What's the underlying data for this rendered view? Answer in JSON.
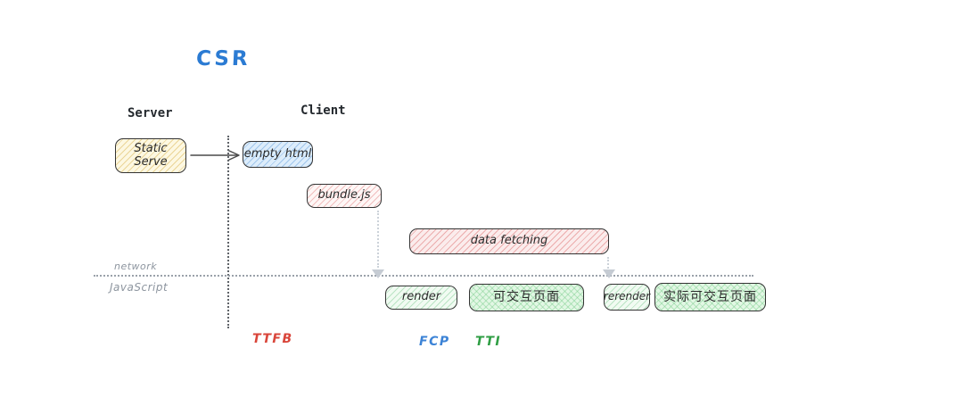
{
  "title": {
    "text": "CSR",
    "color": "#2b7bd3"
  },
  "headers": {
    "server": "Server",
    "client": "Client"
  },
  "lanes": {
    "network": "network",
    "javascript": "JavaScript"
  },
  "boxes": {
    "static_serve": {
      "line1": "Static",
      "line2": "Serve",
      "fill": "#fdf8e2",
      "hatch_color": "#dcb95a"
    },
    "empty_html": {
      "label": "empty html",
      "fill": "#ddedfb",
      "hatch_color": "#64a0dc"
    },
    "bundle_js": {
      "label": "bundle.js",
      "fill": "#fef7f6",
      "hatch_color": "#e17878"
    },
    "data_fetching": {
      "label": "data fetching",
      "fill": "#fbecec",
      "hatch_color": "#dc6e6e"
    },
    "render": {
      "label": "render",
      "fill": "#f1fbf2",
      "hatch_color": "#78c88c"
    },
    "interactive_page": {
      "label": "可交互页面",
      "fill": "#e2f7e4",
      "hatch_color": "#6ec882"
    },
    "rerender": {
      "label": "rerender",
      "fill": "#f1fbf2",
      "hatch_color": "#78c88c"
    },
    "actual_interactive_page": {
      "label": "实际可交互页面",
      "fill": "#e2f7e4",
      "hatch_color": "#6ec882"
    }
  },
  "metrics": {
    "ttfb": {
      "label": "TTFB",
      "color": "#d9453a"
    },
    "fcp": {
      "label": "FCP",
      "color": "#3c83d6"
    },
    "tti": {
      "label": "TTI",
      "color": "#2f9e44"
    }
  }
}
